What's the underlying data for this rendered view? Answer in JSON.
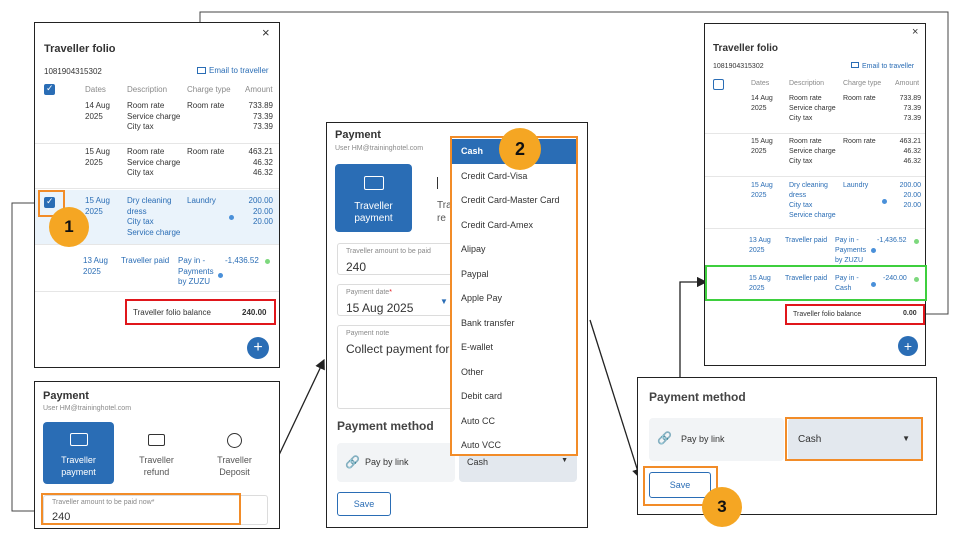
{
  "folio_left": {
    "title": "Traveller folio",
    "folio_number": "1081904315302",
    "email_link": "Email to traveller",
    "close": "×",
    "headers": [
      "Dates",
      "Description",
      "Charge type",
      "Amount"
    ],
    "row1": {
      "date1": "14 Aug",
      "date2": "2025",
      "desc": [
        "Room rate",
        "Service charge",
        "City tax"
      ],
      "type": "Room rate",
      "amounts": [
        "733.89",
        "73.39",
        "73.39"
      ]
    },
    "row2": {
      "date1": "15 Aug",
      "date2": "2025",
      "desc": [
        "Room rate",
        "Service charge",
        "City tax"
      ],
      "type": "Room rate",
      "amounts": [
        "463.21",
        "46.32",
        "46.32"
      ]
    },
    "row3": {
      "date1": "15 Aug",
      "date2": "2025",
      "desc": [
        "Dry cleaning",
        "dress",
        "City tax",
        "Service charge"
      ],
      "type": "Laundry",
      "amounts": [
        "200.00",
        "20.00",
        "20.00"
      ]
    },
    "row4": {
      "date1": "13 Aug",
      "date2": "2025",
      "desc": "Traveller paid",
      "type": [
        "Pay in -",
        "Payments",
        "by ZUZU"
      ],
      "amount": "-1,436.52"
    },
    "balance_label": "Traveller folio balance",
    "balance_value": "240.00",
    "fab": "+"
  },
  "payment_left": {
    "title": "Payment",
    "user": "User HM@traininghotel.com",
    "cards": [
      {
        "l1": "Traveller",
        "l2": "payment"
      },
      {
        "l1": "Traveller",
        "l2": "refund"
      },
      {
        "l1": "Traveller",
        "l2": "Deposit"
      }
    ],
    "amount_label": "Traveller amount to be paid now*",
    "amount_value": "240"
  },
  "payment_mid": {
    "title": "Payment",
    "user": "User HM@traininghotel.com",
    "card1": {
      "l1": "Traveller",
      "l2": "payment"
    },
    "card2_partial": {
      "l1": "Tra",
      "l2": "re"
    },
    "amount_label": "Traveller amount to be paid",
    "amount_value": "240",
    "date_label": "Payment date",
    "date_required": "*",
    "date_value": "15 Aug 2025",
    "note_label": "Payment note",
    "note_value": "Collect payment for la",
    "method_title": "Payment method",
    "pay_by_link": "Pay by link",
    "method_value": "Cash",
    "save": "Save"
  },
  "dropdown": {
    "options": [
      "Cash",
      "Credit Card-Visa",
      "Credit Card-Master Card",
      "Credit Card-Amex",
      "Alipay",
      "Paypal",
      "Apple Pay",
      "Bank transfer",
      "E-wallet",
      "Other",
      "Debit card",
      "Auto CC",
      "Auto VCC"
    ]
  },
  "folio_right": {
    "title": "Traveller folio",
    "folio_number": "1081904315302",
    "email_link": "Email to traveller",
    "close": "×",
    "headers": [
      "Dates",
      "Description",
      "Charge type",
      "Amount"
    ],
    "row1": {
      "date1": "14 Aug",
      "date2": "2025",
      "desc": [
        "Room rate",
        "Service charge",
        "City tax"
      ],
      "type": "Room rate",
      "amounts": [
        "733.89",
        "73.39",
        "73.39"
      ]
    },
    "row2": {
      "date1": "15 Aug",
      "date2": "2025",
      "desc": [
        "Room rate",
        "Service charge",
        "City tax"
      ],
      "type": "Room rate",
      "amounts": [
        "463.21",
        "46.32",
        "46.32"
      ]
    },
    "row3": {
      "date1": "15 Aug",
      "date2": "2025",
      "desc": [
        "Dry cleaning",
        "dress",
        "City tax",
        "Service charge"
      ],
      "type": "Laundry",
      "amounts": [
        "200.00",
        "20.00",
        "20.00"
      ]
    },
    "row4": {
      "date1": "13 Aug",
      "date2": "2025",
      "desc": "Traveller paid",
      "type": [
        "Pay in -",
        "Payments",
        "by ZUZU"
      ],
      "amount": "-1,436.52"
    },
    "row5": {
      "date1": "15 Aug",
      "date2": "2025",
      "desc": "Traveller paid",
      "type": [
        "Pay in -",
        "Cash"
      ],
      "amount": "-240.00"
    },
    "balance_label": "Traveller folio balance",
    "balance_value": "0.00",
    "fab": "+"
  },
  "payment_right": {
    "title": "Payment method",
    "pay_by_link": "Pay by link",
    "method_value": "Cash",
    "save": "Save"
  },
  "badges": [
    "1",
    "2",
    "3"
  ],
  "colors": {
    "accent": "#2a6db5",
    "highlight_orange": "#f28c28",
    "highlight_red": "#e0161b",
    "highlight_green": "#3ecf3e",
    "badge": "#f5a623",
    "status_green": "#7dd87d"
  }
}
